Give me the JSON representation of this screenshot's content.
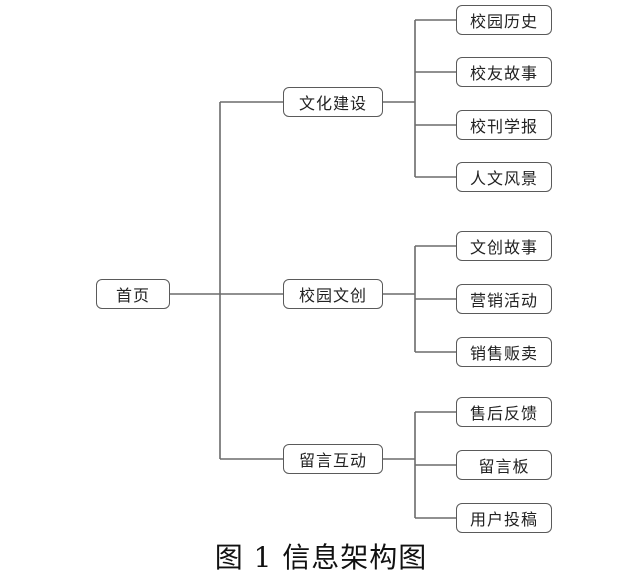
{
  "root": {
    "label": "首页"
  },
  "branches": [
    {
      "label": "文化建设",
      "children": [
        "校园历史",
        "校友故事",
        "校刊学报",
        "人文风景"
      ]
    },
    {
      "label": "校园文创",
      "children": [
        "文创故事",
        "营销活动",
        "销售贩卖"
      ]
    },
    {
      "label": "留言互动",
      "children": [
        "售后反馈",
        "留言板",
        "用户投稿"
      ]
    }
  ],
  "caption": "图 1 信息架构图",
  "colors": {
    "line": "#6b6b6b",
    "border": "#5a5a5a",
    "text": "#222222"
  }
}
